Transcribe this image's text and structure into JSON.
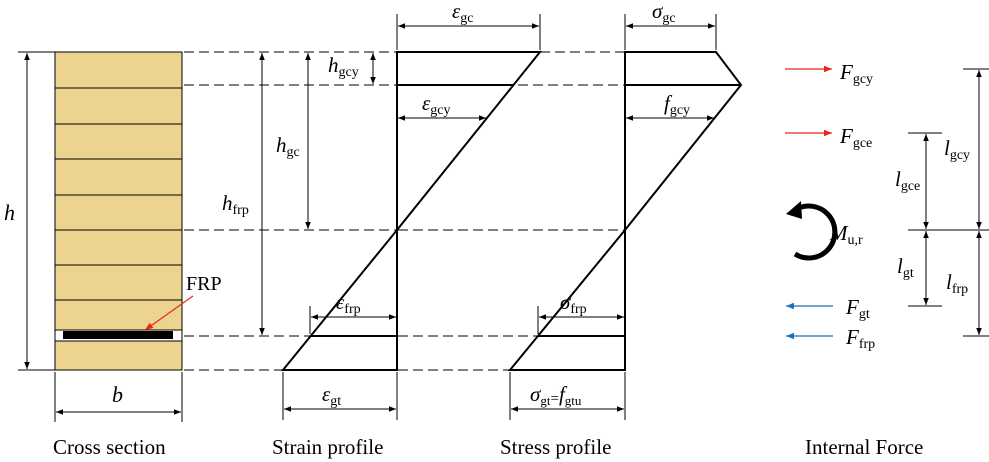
{
  "panels": {
    "cross_section": "Cross section",
    "strain_profile": "Strain profile",
    "stress_profile": "Stress profile",
    "internal_force": "Internal Force"
  },
  "cross_section": {
    "height_label": "h",
    "width_label": "b",
    "frp_label": "FRP",
    "wood_color": "#ecd490"
  },
  "dimensions": {
    "h_gcy": {
      "main": "h",
      "sub": "gcy"
    },
    "h_gc": {
      "main": "h",
      "sub": "gc"
    },
    "h_frp": {
      "main": "h",
      "sub": "frp"
    }
  },
  "strain": {
    "eps_gc": {
      "main": "ε",
      "sub": "gc"
    },
    "eps_gcy": {
      "main": "ε",
      "sub": "gcy"
    },
    "eps_frp": {
      "main": "ε",
      "sub": "frp"
    },
    "eps_gt": {
      "main": "ε",
      "sub": "gt"
    }
  },
  "stress": {
    "sigma_gc": {
      "main": "σ",
      "sub": "gc"
    },
    "f_gcy": {
      "main": "f",
      "sub": "gcy"
    },
    "sigma_frp": {
      "main": "σ",
      "sub": "frp"
    },
    "sigma_gt": {
      "main": "σ",
      "sub": "gt",
      "eq": "=",
      "main2": "f",
      "sub2": "gtu"
    }
  },
  "forces": {
    "F_gcy": {
      "main": "F",
      "sub": "gcy"
    },
    "F_gce": {
      "main": "F",
      "sub": "gce"
    },
    "M_ur": {
      "main": "M",
      "sub": "u,r"
    },
    "F_gt": {
      "main": "F",
      "sub": "gt"
    },
    "F_frp": {
      "main": "F",
      "sub": "frp"
    },
    "compression_color": "#e8281e",
    "tension_color": "#1f6fbf"
  },
  "lever_arms": {
    "l_gcy": {
      "main": "l",
      "sub": "gcy"
    },
    "l_gce": {
      "main": "l",
      "sub": "gce"
    },
    "l_gt": {
      "main": "l",
      "sub": "gt"
    },
    "l_frp": {
      "main": "l",
      "sub": "frp"
    }
  }
}
